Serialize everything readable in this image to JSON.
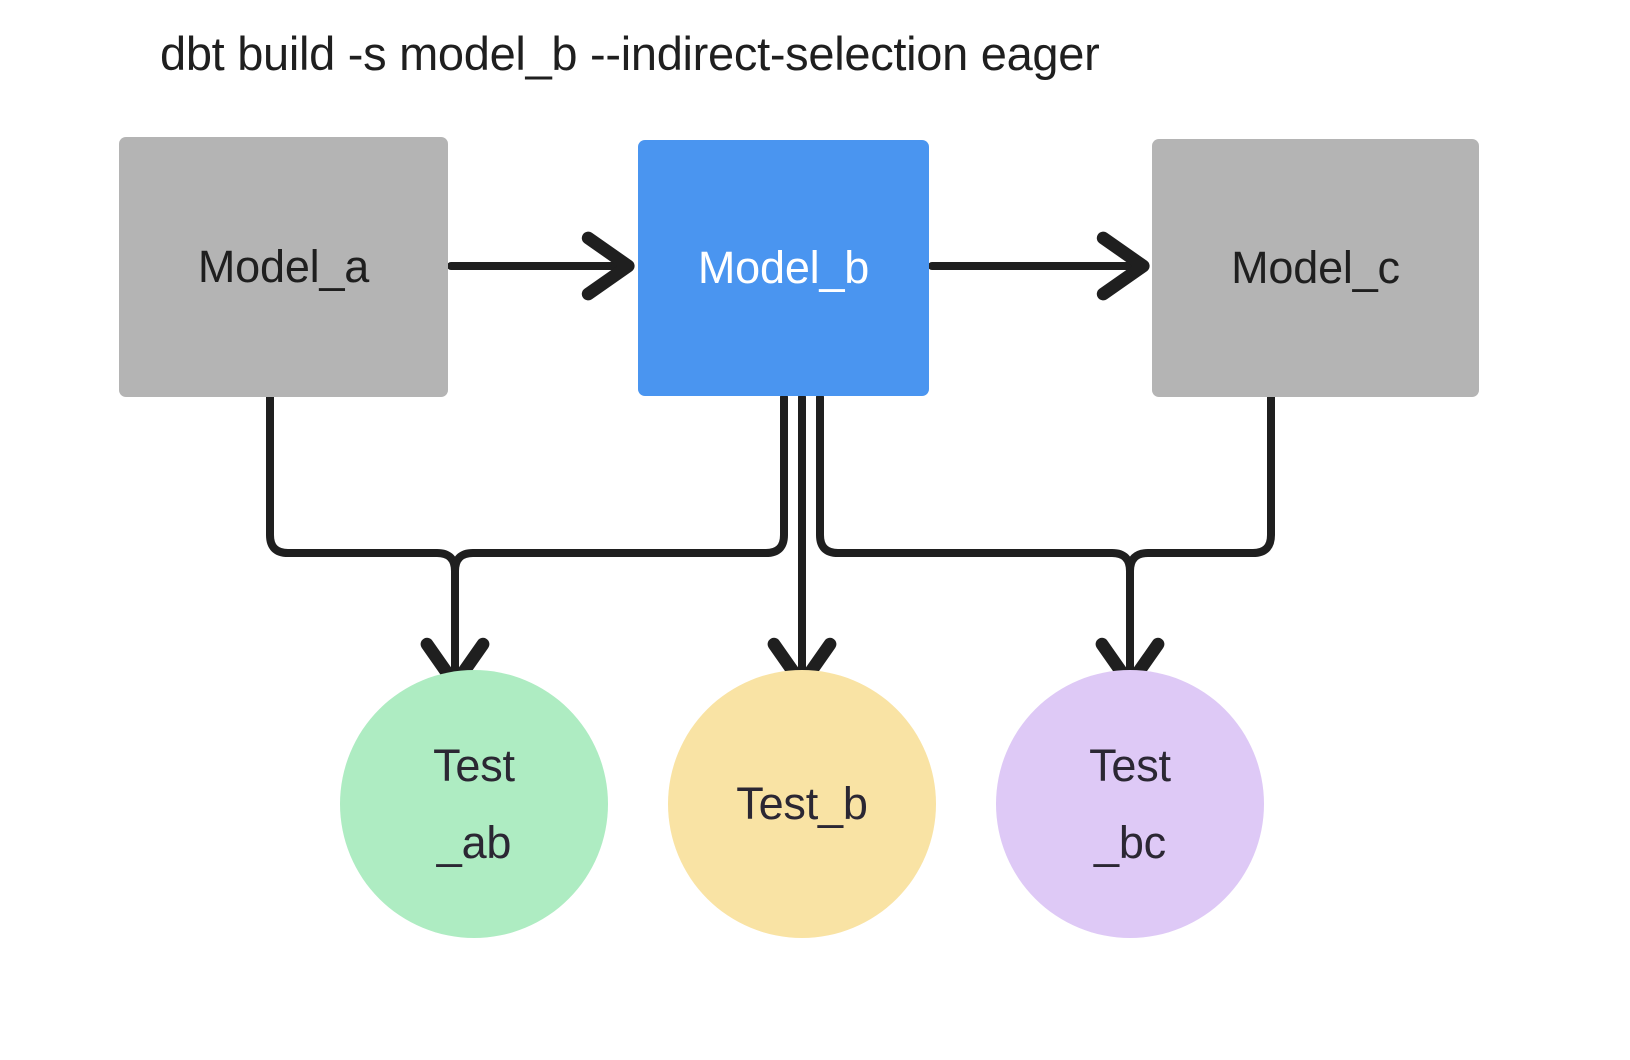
{
  "diagram": {
    "title": "dbt build -s model_b --indirect-selection eager",
    "background": "#ffffff",
    "edge_color": "#1f1f1f",
    "models": [
      {
        "id": "model_a",
        "label": "Model_a",
        "shape": "rectangle",
        "fill": "#b4b4b4",
        "text_color": "#1f1f1f",
        "selected": false
      },
      {
        "id": "model_b",
        "label": "Model_b",
        "shape": "rectangle",
        "fill": "#4a95f0",
        "text_color": "#ffffff",
        "selected": true
      },
      {
        "id": "model_c",
        "label": "Model_c",
        "shape": "rectangle",
        "fill": "#b4b4b4",
        "text_color": "#1f1f1f",
        "selected": false
      }
    ],
    "tests": [
      {
        "id": "test_ab",
        "label": "Test_ab",
        "line1": "Test",
        "line2": "_ab",
        "shape": "circle",
        "fill": "#aeecc2",
        "text_color": "#2b2733"
      },
      {
        "id": "test_b",
        "label": "Test_b",
        "line1": "Test_b",
        "line2": "",
        "shape": "circle",
        "fill": "#f9e3a4",
        "text_color": "#2b2733"
      },
      {
        "id": "test_bc",
        "label": "Test_bc",
        "line1": "Test",
        "line2": "_bc",
        "shape": "circle",
        "fill": "#dec9f6",
        "text_color": "#2b2733"
      }
    ],
    "edges": [
      {
        "from": "model_a",
        "to": "model_b",
        "style": "arrow-right"
      },
      {
        "from": "model_b",
        "to": "model_c",
        "style": "arrow-right"
      },
      {
        "from": "model_a",
        "to": "test_ab",
        "style": "elbow-down"
      },
      {
        "from": "model_b",
        "to": "test_ab",
        "style": "elbow-down"
      },
      {
        "from": "model_b",
        "to": "test_b",
        "style": "straight-down"
      },
      {
        "from": "model_b",
        "to": "test_bc",
        "style": "elbow-down"
      },
      {
        "from": "model_c",
        "to": "test_bc",
        "style": "elbow-down"
      }
    ]
  }
}
